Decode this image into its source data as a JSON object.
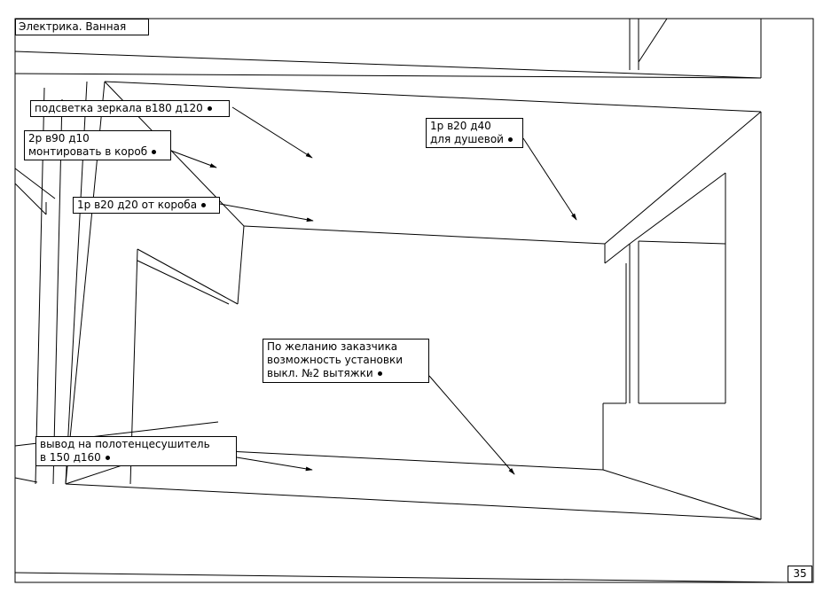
{
  "header": {
    "title": "Электрика. Ванная"
  },
  "page": {
    "number": "35"
  },
  "annotations": {
    "mirror_light": {
      "text": "подсветка зеркала в180 д120"
    },
    "socket_2p": {
      "line1": "2р в90 д10",
      "line2": "монтировать в короб"
    },
    "socket_box": {
      "text": "1р в20 д20 от короба"
    },
    "socket_shower": {
      "line1": "1р в20 д40",
      "line2": "для душевой"
    },
    "hood_switch": {
      "line1": "По желанию заказчика",
      "line2": "возможность установки",
      "line3": "выкл. №2 вытяжки"
    },
    "towel_warmer": {
      "line1": "вывод на полотенцесушитель",
      "line2": "в 150 д160"
    }
  },
  "colors": {
    "line": "#000000",
    "background": "#ffffff"
  }
}
